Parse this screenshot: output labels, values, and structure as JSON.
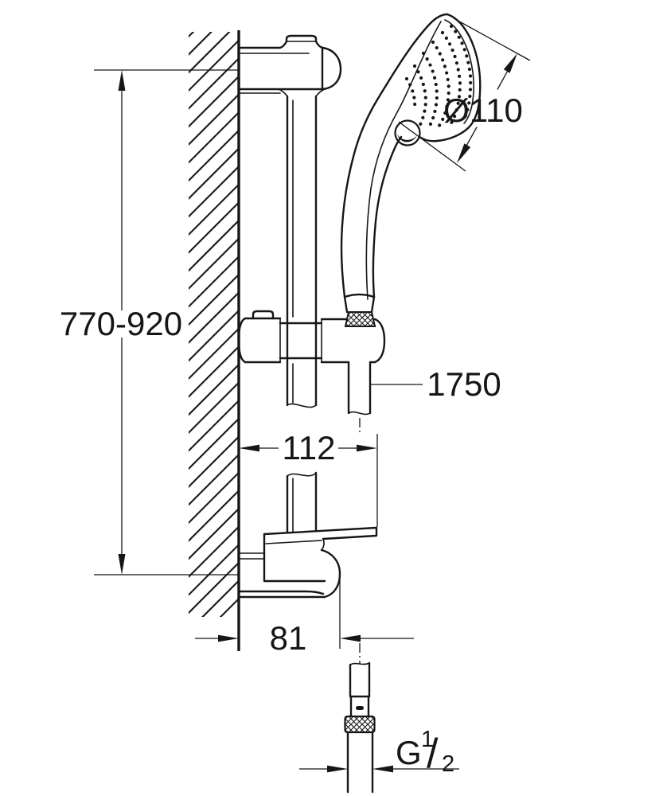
{
  "meta": {
    "background_color": "#ffffff",
    "line_color": "#161616",
    "description": "Technical dimensional drawing of a shower rail set (wall bar, hand shower, glide holder, hose)"
  },
  "dimensions": {
    "rail_height": "770-920",
    "head_diameter": "Ø110",
    "hose_length": "1750",
    "upper_offset": "112",
    "lower_offset": "81",
    "thread": {
      "letter": "G",
      "numerator": "1",
      "slash": "/",
      "denominator": "2"
    }
  }
}
